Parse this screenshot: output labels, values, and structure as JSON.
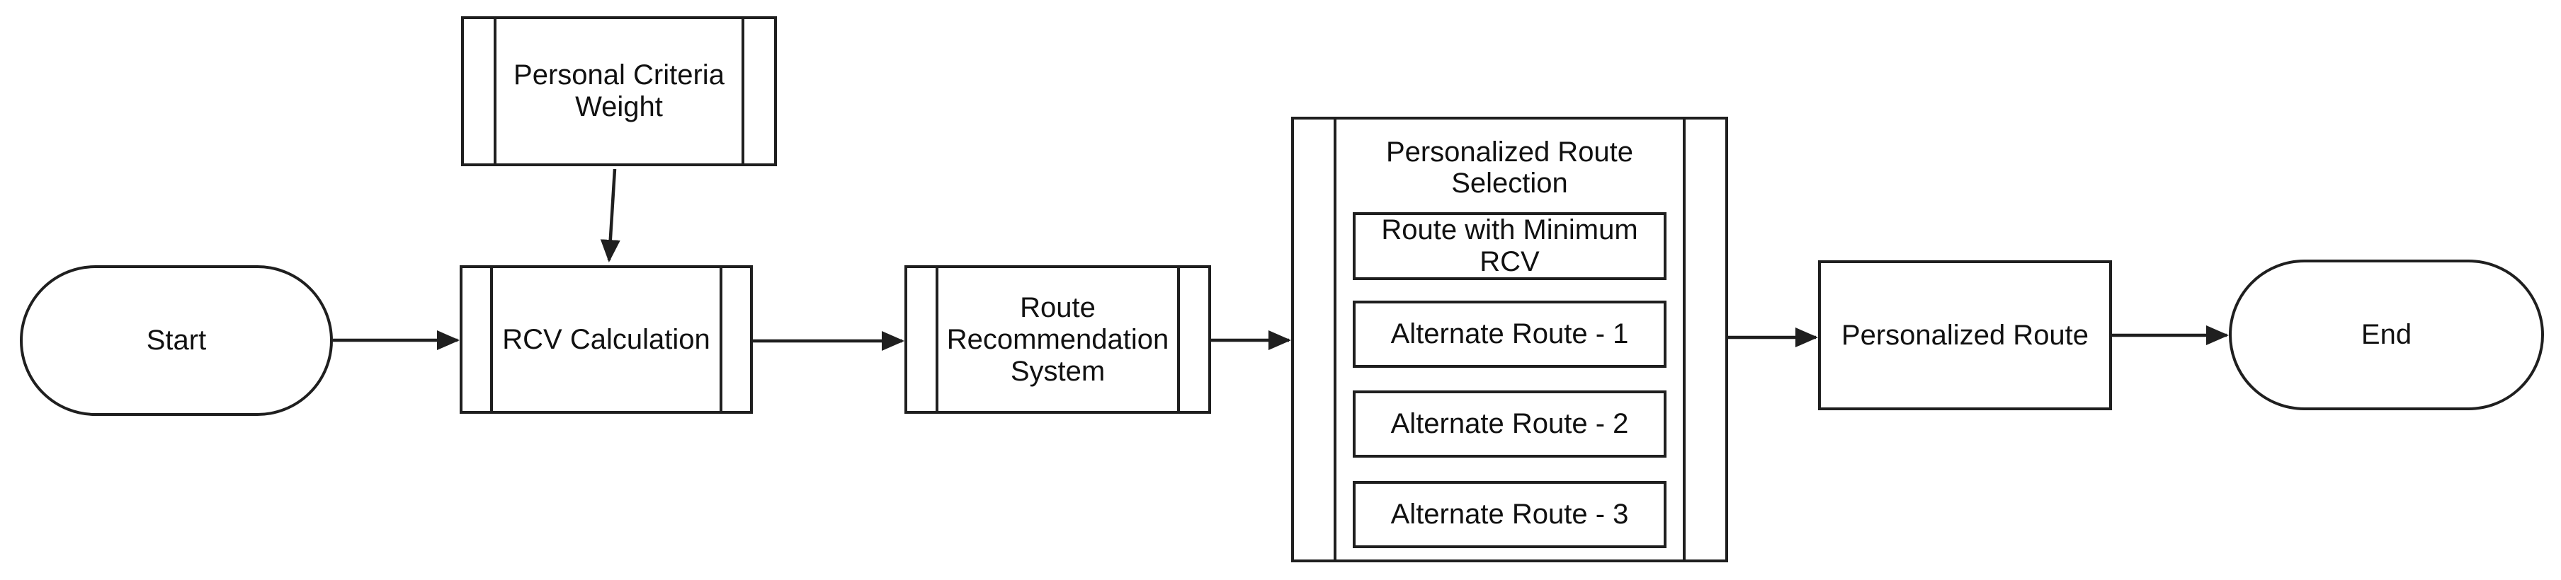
{
  "diagram": {
    "type": "flowchart",
    "direction": "left-to-right",
    "colors": {
      "stroke": "#1f1f1f",
      "fill": "#ffffff",
      "text": "#111111",
      "background": "#ffffff"
    },
    "nodes": {
      "start": {
        "shape": "terminator",
        "label": "Start"
      },
      "personal_criteria_weight": {
        "shape": "predefined_process",
        "label": "Personal Criteria Weight"
      },
      "rcv_calculation": {
        "shape": "predefined_process",
        "label": "RCV Calculation"
      },
      "route_recommendation_system": {
        "shape": "predefined_process",
        "label": "Route Recommendation System"
      },
      "personalized_route_selection": {
        "shape": "predefined_process",
        "label": "Personalized Route Selection",
        "sub_items": [
          "Route with Minimum RCV",
          "Alternate Route - 1",
          "Alternate Route - 2",
          "Alternate Route - 3"
        ]
      },
      "personalized_route": {
        "shape": "process",
        "label": "Personalized Route"
      },
      "end": {
        "shape": "terminator",
        "label": "End"
      }
    },
    "edges": [
      {
        "from": "start",
        "to": "rcv_calculation"
      },
      {
        "from": "personal_criteria_weight",
        "to": "rcv_calculation"
      },
      {
        "from": "rcv_calculation",
        "to": "route_recommendation_system"
      },
      {
        "from": "route_recommendation_system",
        "to": "personalized_route_selection"
      },
      {
        "from": "personalized_route_selection",
        "to": "personalized_route"
      },
      {
        "from": "personalized_route",
        "to": "end"
      }
    ]
  }
}
